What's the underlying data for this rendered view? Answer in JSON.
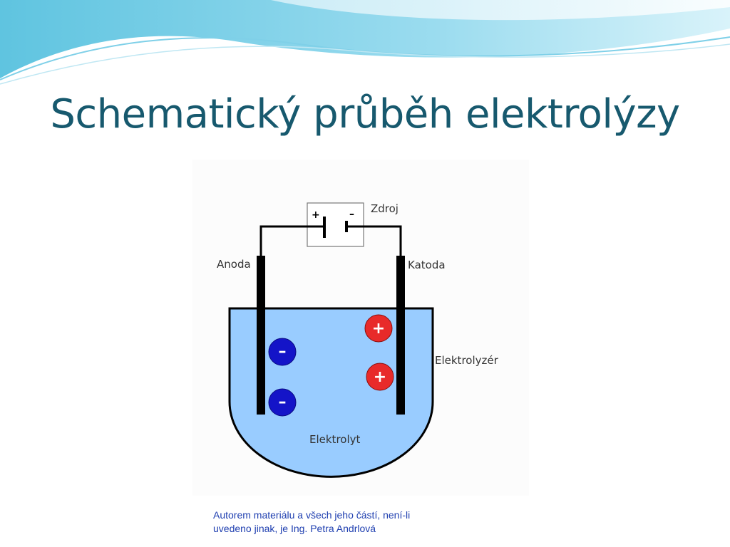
{
  "slide": {
    "title": "Schematický průběh elektrolýzy",
    "footnote_lines": [
      "Autorem materiálu a všech jeho částí, není-li",
      "uvedeno jinak, je Ing. Petra Andrlová"
    ]
  },
  "diagram": {
    "labels": {
      "source": "Zdroj",
      "anode": "Anoda",
      "cathode": "Katoda",
      "electrolyzer": "Elektrolyzér",
      "electrolyte": "Elektrolyt",
      "plus_terminal": "+",
      "minus_terminal": "–"
    },
    "ions": {
      "anion_sign": "–",
      "cation_sign": "+",
      "anion_count": 2,
      "cation_count": 2
    },
    "colors": {
      "electrolyte": "#99ccff",
      "anion": "#1414c8",
      "cation": "#e82a2a",
      "title": "#17596e",
      "footnote": "#1f3fb0"
    }
  }
}
